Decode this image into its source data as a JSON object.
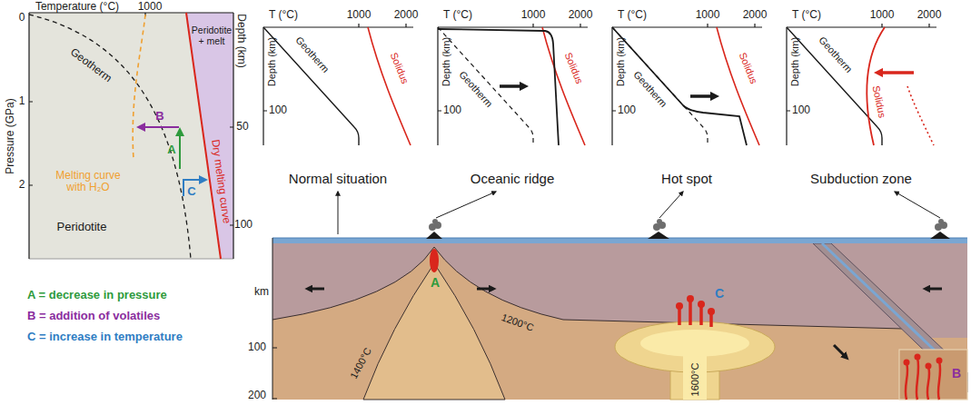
{
  "diagram": {
    "labels": [
      "Temperature (°C)",
      "0",
      "1000",
      "Pressure (GPa)",
      "1",
      "2",
      "Depth (km)",
      "50",
      "100",
      "Peridotite + melt",
      "Geotherm",
      "B",
      "A",
      "C",
      "Melting curve with H₂O",
      "Dry melting curve",
      "Peridotite",
      "A = decrease in pressure",
      "B = addition of volatiles",
      "C = increase in temperature",
      "T (°C)",
      "1000",
      "2000",
      "Depth (km)",
      "100",
      "Geotherm",
      "Solidus",
      "Normal situation",
      "T (°C)",
      "1000",
      "2000",
      "Depth (km)",
      "100",
      "Geotherm",
      "Solidus",
      "Oceanic ridge",
      "T (°C)",
      "1000",
      "2000",
      "Depth (km)",
      "100",
      "Geotherm",
      "Solidus",
      "Hot spot",
      "T (°C)",
      "1000",
      "2000",
      "Depth (km)",
      "100",
      "Geotherm",
      "Solidus",
      "Subduction zone",
      "km",
      "100",
      "200",
      "1200°C",
      "1400°C",
      "1600°C",
      "A",
      "B",
      "C"
    ]
  }
}
